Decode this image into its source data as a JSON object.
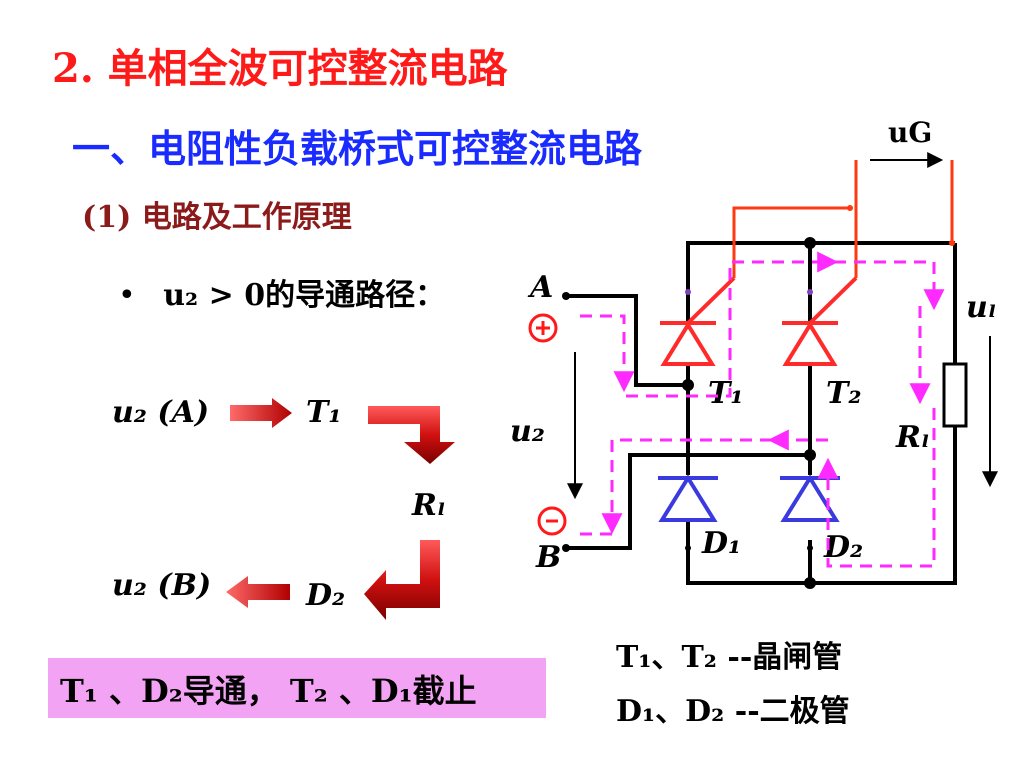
{
  "title": "2.  单相全波可控整流电路",
  "subtitle": "一、电阻性负载桥式可控整流电路",
  "section": "(1)  电路及工作原理",
  "bullet": {
    "dot": "•",
    "text": "u₂ > 0的导通路径："
  },
  "flow": {
    "start": "u₂ (A)",
    "t1": "T₁",
    "rl": "Rₗ",
    "d2": "D₂",
    "end": "u₂ (B)"
  },
  "highlight": "T₁ 、D₂导通，  T₂ 、D₁截止",
  "circuit": {
    "uG": "uG",
    "A": "A",
    "B": "B",
    "plus": "+",
    "minus": "-",
    "u2": "u₂",
    "uL": "uₗ",
    "RL": "Rₗ",
    "T1": "T₁",
    "T2": "T₂",
    "D1": "D₁",
    "D2": "D₂"
  },
  "legend": {
    "thyristor": "T₁、T₂ --晶闸管",
    "diode": "D₁、D₂ --二极管"
  },
  "colors": {
    "title": "#ff1a1a",
    "subtitle": "#1a2bff",
    "section": "#8b1a1a",
    "thyristor": "#ff2a2a",
    "diode": "#3a3adf",
    "path": "#ff2aff",
    "gate_wire": "#ff3a10",
    "highlight_bg": "#f3a3f3"
  }
}
